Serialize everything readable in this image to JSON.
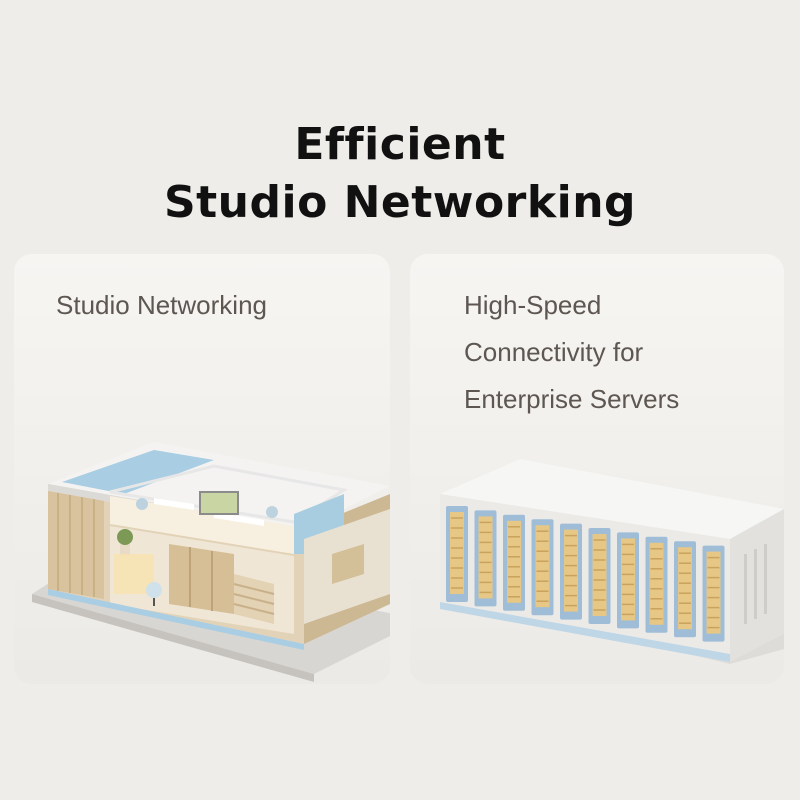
{
  "headline": {
    "line1": "Efficient",
    "line2": "Studio Networking"
  },
  "cards": [
    {
      "lines": [
        "Studio Networking"
      ],
      "illustration_icon": "office-building-cutaway-icon"
    },
    {
      "lines": [
        "High-Speed",
        "Connectivity for",
        "Enterprise Servers"
      ],
      "illustration_icon": "server-rack-icon"
    }
  ],
  "colors": {
    "background": "#efede9",
    "card": "#f3f2ef",
    "headline": "#111111",
    "card_text": "#5d5651",
    "wood": "#dcc7a3",
    "accent_blue": "#9ec5de"
  }
}
